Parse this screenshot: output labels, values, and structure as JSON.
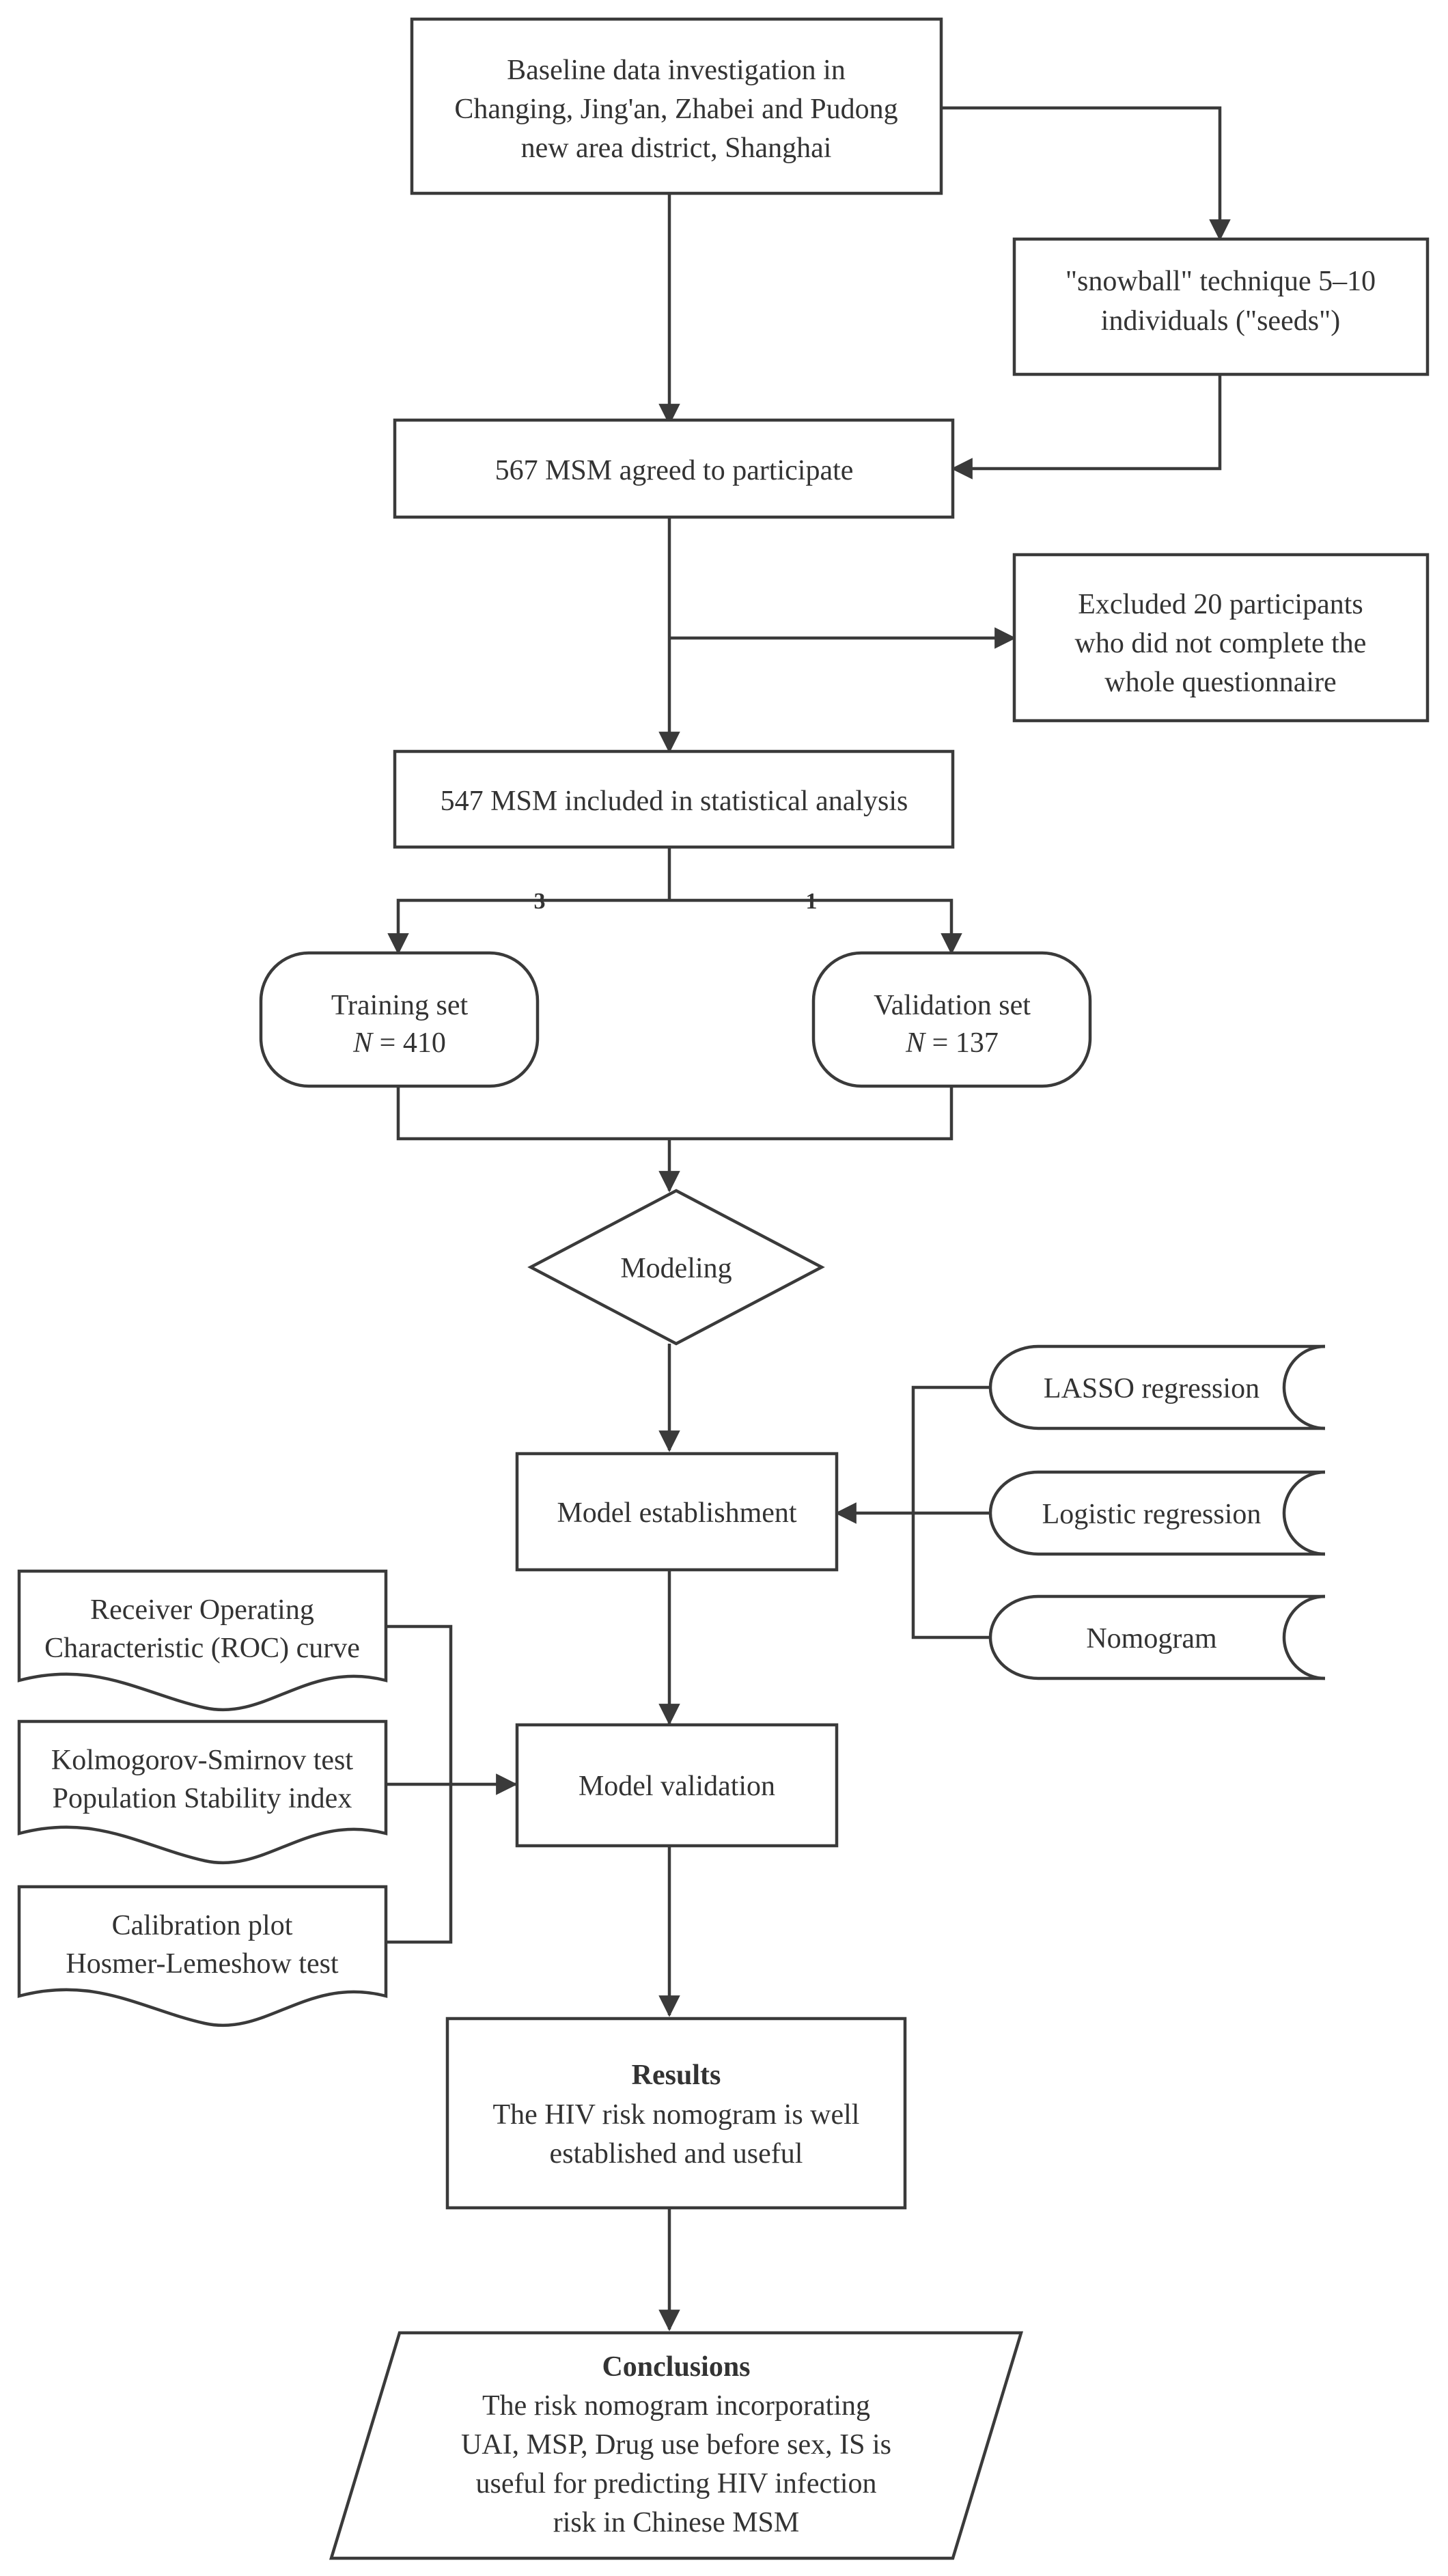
{
  "nodes": {
    "baseline": [
      "Baseline data investigation in",
      "Changing, Jing'an, Zhabei and Pudong",
      "new area district, Shanghai"
    ],
    "snowball": [
      "\"snowball\" technique 5–10",
      "individuals (\"seeds\")"
    ],
    "agreed": [
      "567 MSM agreed to participate"
    ],
    "excluded": [
      "Excluded 20 participants",
      "who did not complete the",
      "whole questionnaire"
    ],
    "included": [
      "547 MSM included in statistical analysis"
    ],
    "training": {
      "line1": "Training set",
      "n_symbol": "N",
      "n_rest": " = 410"
    },
    "validation": {
      "line1": "Validation set",
      "n_symbol": "N",
      "n_rest": " = 137"
    },
    "modeling": [
      "Modeling"
    ],
    "lasso": [
      "LASSO regression"
    ],
    "logistic": [
      "Logistic regression"
    ],
    "nomogram": [
      "Nomogram"
    ],
    "establishment": [
      "Model establishment"
    ],
    "roc": [
      "Receiver Operating",
      "Characteristic (ROC) curve"
    ],
    "ks": [
      "Kolmogorov-Smirnov test",
      "Population Stability index"
    ],
    "calibration": [
      "Calibration plot",
      "Hosmer-Lemeshow test"
    ],
    "model_validation": [
      "Model validation"
    ],
    "results": {
      "title": "Results",
      "lines": [
        "The HIV risk nomogram is well",
        "established and useful"
      ]
    },
    "conclusions": {
      "title": "Conclusions",
      "lines": [
        "The risk nomogram incorporating",
        "UAI, MSP, Drug use before sex, IS is",
        "useful for predicting HIV infection",
        "risk in Chinese MSM"
      ]
    }
  },
  "split_ratio": {
    "training": "3",
    "validation": "1"
  }
}
